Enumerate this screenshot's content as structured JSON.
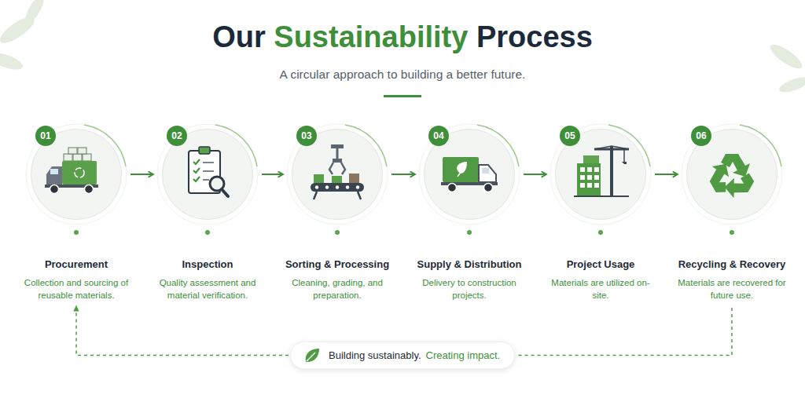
{
  "diagram": {
    "title": "Our Sustainability Process",
    "caption": "A circular approach to building a better future.",
    "nodes": [
      {
        "text": [
          "Procurement",
          "Collection and sourcing of reusable materials."
        ]
      },
      {
        "text": [
          "Inspection",
          "Quality assessment and material verification."
        ]
      },
      {
        "text": [
          "Sorting & Processing",
          "Cleaning, grading, and preparation."
        ]
      },
      {
        "text": [
          "Supply & Distribution",
          "Delivery to construction projects."
        ]
      },
      {
        "text": [
          "Project Usage",
          "Materials are utilized on-site."
        ]
      },
      {
        "text": [
          "Recycling & Recovery",
          "Materials are recovered for future use."
        ]
      },
      {
        "text": [
          "Building sustainably.",
          "Creating impact."
        ]
      }
    ],
    "edges": [
      {
        "from": 0,
        "to": 1,
        "arrow": "to"
      },
      {
        "from": 1,
        "to": 2,
        "arrow": "to"
      },
      {
        "from": 2,
        "to": 3,
        "arrow": "to"
      },
      {
        "from": 3,
        "to": 4,
        "arrow": "to"
      },
      {
        "from": 4,
        "to": 5,
        "arrow": "to"
      },
      {
        "from": 5,
        "to": 6,
        "arrow": "none"
      },
      {
        "from": 6,
        "to": 0,
        "arrow": "to"
      }
    ],
    "labels": [
      "01",
      "02",
      "03",
      "04",
      "05",
      "06"
    ]
  }
}
